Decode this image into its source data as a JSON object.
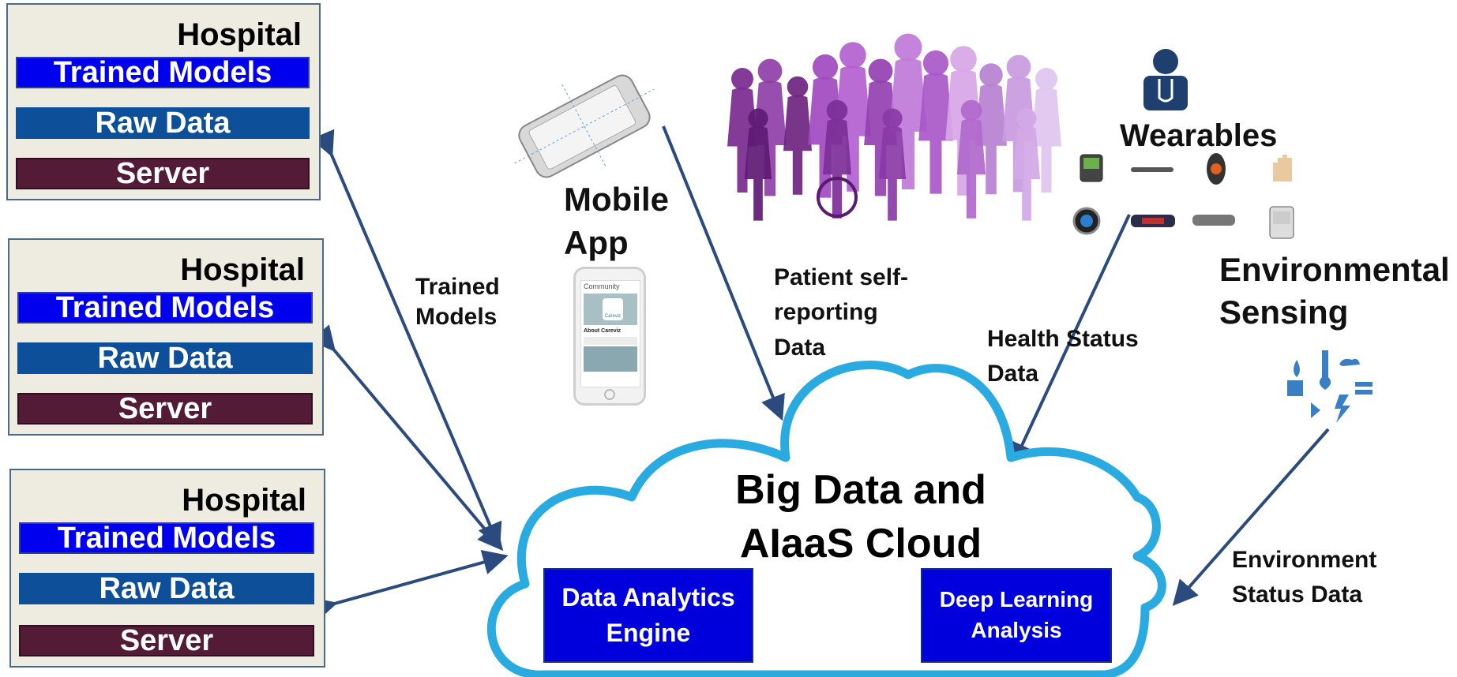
{
  "hospitals": [
    {
      "title": "Hospital",
      "trained_models": "Trained Models",
      "raw_data": "Raw Data",
      "server": "Server"
    },
    {
      "title": "Hospital",
      "trained_models": "Trained Models",
      "raw_data": "Raw Data",
      "server": "Server"
    },
    {
      "title": "Hospital",
      "trained_models": "Trained Models",
      "raw_data": "Raw Data",
      "server": "Server"
    }
  ],
  "labels": {
    "trained_models": "Trained\nModels",
    "mobile_app": "Mobile\nApp",
    "patient_data": "Patient self-\nreporting\nData",
    "wearables": "Wearables",
    "environmental_sensing": "Environmental\nSensing",
    "health_status": "Health Status\nData",
    "environment_status": "Environment\nStatus Data"
  },
  "phone_screen": {
    "header": "Community",
    "card_title": "About Careviz",
    "logo_text": "Careviz"
  },
  "cloud": {
    "title": "Big Data and\nAIaaS Cloud",
    "engine_left": "Data Analytics\nEngine",
    "engine_right": "Deep Learning\nAnalysis"
  },
  "colors": {
    "cloud_outline": "#29abe2",
    "arrow": "#2b4a7e",
    "trained_models_bar": "#0000ee",
    "raw_data_bar": "#0e4f99",
    "server_bar": "#531b36",
    "hospital_bg": "#eeebe0",
    "engine_box": "#0000dd",
    "crowd": "#8e3fa8",
    "wearable_icon": "#1f3f6e",
    "environment_icon": "#3a7fc4"
  }
}
